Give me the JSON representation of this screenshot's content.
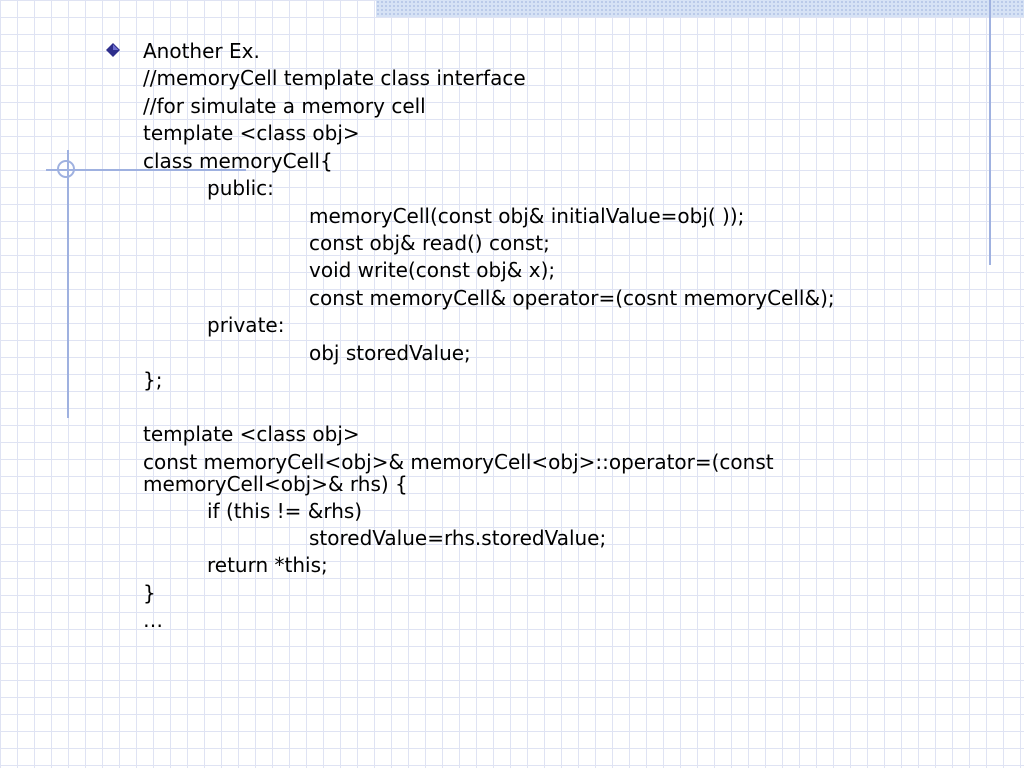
{
  "slide": {
    "lines": [
      "Another Ex.",
      "//memoryCell template class interface",
      "//for simulate a memory cell",
      "template <class obj>",
      "class memoryCell{",
      "public:",
      "memoryCell(const obj& initialValue=obj( ));",
      "const obj& read() const;",
      "void write(const obj& x);",
      "const memoryCell& operator=(cosnt memoryCell&);",
      "private:",
      "obj storedValue;",
      "};",
      "template <class obj>",
      "const memoryCell<obj>& memoryCell<obj>::operator=(const",
      "memoryCell<obj>& rhs) {",
      "if (this != &rhs)",
      "storedValue=rhs.storedValue;",
      "return *this;",
      "}",
      "…"
    ]
  },
  "colors": {
    "grid": "#dfe3f3",
    "accent_line": "#9fb1e0",
    "bullet": "#2e2e8c",
    "top_band": "#d6e2f5"
  },
  "icons": {
    "bullet": "diamond-bullet-icon"
  }
}
